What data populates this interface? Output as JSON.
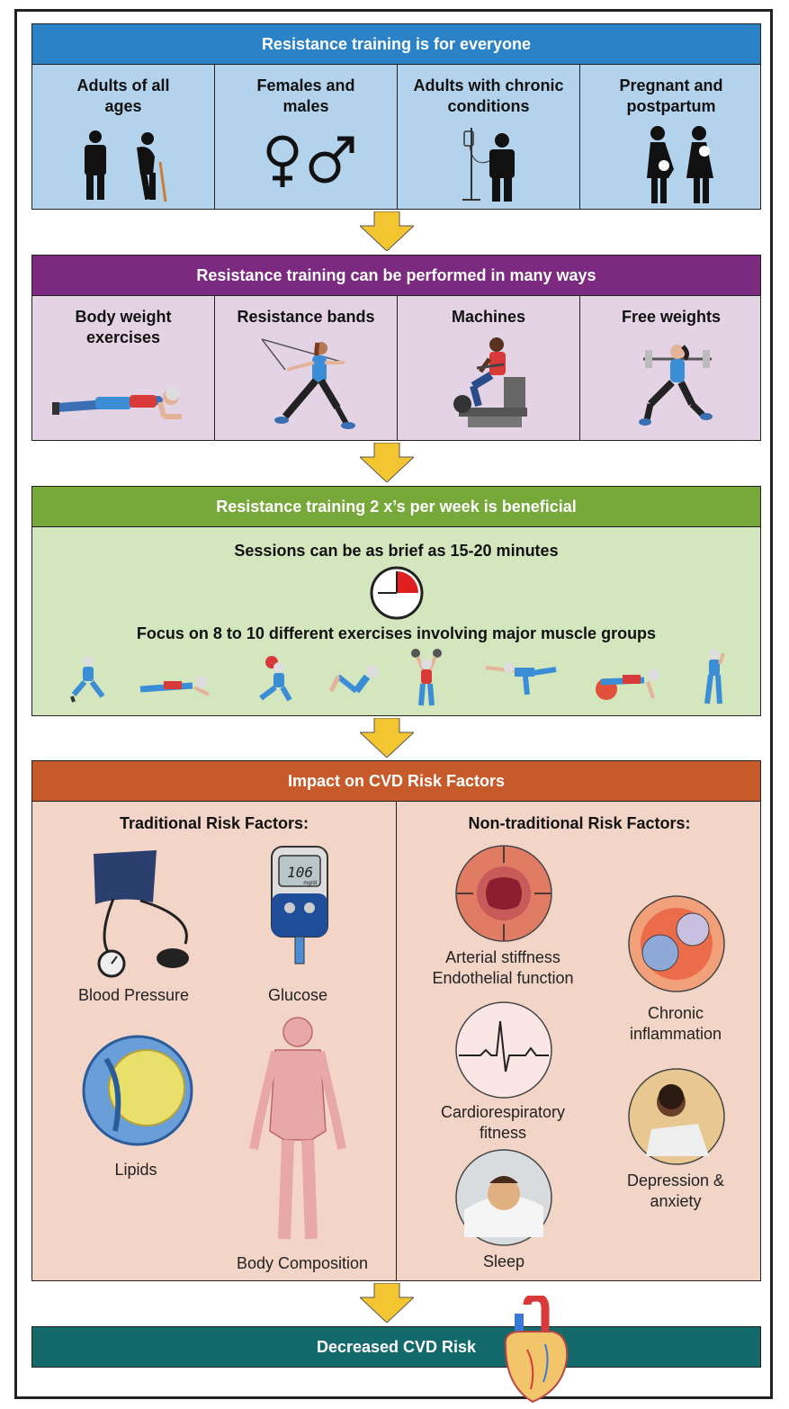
{
  "section1": {
    "title": "Resistance training is for everyone",
    "header_color": "#2b82c6",
    "panel_color": "#b3d3ec",
    "cells": [
      {
        "label": "Adults of all ages",
        "icon": "adults-icon"
      },
      {
        "label": "Females and males",
        "icon": "gender-symbols-icon"
      },
      {
        "label": "Adults with chronic conditions",
        "icon": "iv-pole-person-icon"
      },
      {
        "label": "Pregnant and postpartum",
        "icon": "pregnant-postpartum-icon"
      }
    ]
  },
  "section2": {
    "title": "Resistance training can be performed in many ways",
    "header_color": "#7c2a80",
    "panel_color": "#e3d3e5",
    "cells": [
      {
        "label": "Body weight exercises",
        "icon": "plank-person-icon"
      },
      {
        "label": "Resistance bands",
        "icon": "resistance-band-person-icon"
      },
      {
        "label": "Machines",
        "icon": "machine-person-icon"
      },
      {
        "label": "Free weights",
        "icon": "barbell-person-icon"
      }
    ]
  },
  "section3": {
    "title": "Resistance training 2 x’s per week is beneficial",
    "header_color": "#76a93a",
    "panel_color": "#d4e6bd",
    "session_text": "Sessions can be as brief as 15-20 minutes",
    "focus_text": "Focus on 8 to 10 different exercises involving major muscle groups"
  },
  "section4": {
    "title": "Impact on CVD Risk Factors",
    "header_color": "#c65a2a",
    "panel_color": "#f3d5c7",
    "traditional_title": "Traditional Risk Factors:",
    "nontraditional_title": "Non-traditional Risk Factors:",
    "glucose_reading": "106",
    "glucose_unit": "mg/dl",
    "traditional": {
      "blood_pressure": "Blood Pressure",
      "glucose": "Glucose",
      "lipids": "Lipids",
      "body_composition": "Body Composition"
    },
    "nontraditional": {
      "arterial": "Arterial stiffness Endothelial function",
      "inflammation": "Chronic inflammation",
      "cardio": "Cardiorespiratory fitness",
      "depression": "Depression & anxiety",
      "sleep": "Sleep"
    }
  },
  "section5": {
    "title": "Decreased CVD Risk",
    "header_color": "#14696a"
  },
  "arrow_color": "#f2c531"
}
